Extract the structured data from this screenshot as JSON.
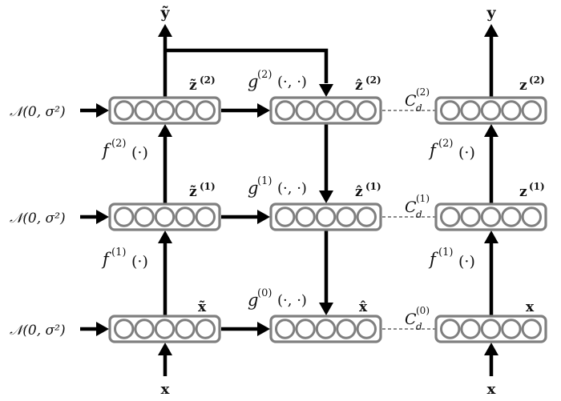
{
  "figure": {
    "type": "ladder-network-diagram",
    "columns": {
      "noisy_encoder": {
        "noise_source": "𝒩(0, σ²)",
        "layers": [
          {
            "id": "z_tilde_2",
            "label": "z̃",
            "sup": "(2)",
            "units": 5
          },
          {
            "id": "z_tilde_1",
            "label": "z̃",
            "sup": "(1)",
            "units": 5
          },
          {
            "id": "x_tilde",
            "label": "x̃",
            "sup": "",
            "units": 5
          }
        ],
        "functions": [
          {
            "name": "f",
            "sup": "(2)",
            "args": "(·)"
          },
          {
            "name": "f",
            "sup": "(1)",
            "args": "(·)"
          }
        ],
        "input_label": "x",
        "output_label": "ỹ"
      },
      "decoder": {
        "layers": [
          {
            "id": "z_hat_2",
            "label": "ẑ",
            "sup": "(2)",
            "units": 5
          },
          {
            "id": "z_hat_1",
            "label": "ẑ",
            "sup": "(1)",
            "units": 5
          },
          {
            "id": "x_hat",
            "label": "x̂",
            "sup": "",
            "units": 5
          }
        ],
        "functions": [
          {
            "name": "g",
            "sup": "(2)",
            "args": "(·, ·)"
          },
          {
            "name": "g",
            "sup": "(1)",
            "args": "(·, ·)"
          },
          {
            "name": "g",
            "sup": "(0)",
            "args": "(·, ·)"
          }
        ]
      },
      "clean_encoder": {
        "layers": [
          {
            "id": "z_2",
            "label": "z",
            "sup": "(2)",
            "units": 5
          },
          {
            "id": "z_1",
            "label": "z",
            "sup": "(1)",
            "units": 5
          },
          {
            "id": "x_clean",
            "label": "x",
            "sup": "",
            "units": 5
          }
        ],
        "functions": [
          {
            "name": "f",
            "sup": "(2)",
            "args": "(·)"
          },
          {
            "name": "f",
            "sup": "(1)",
            "args": "(·)"
          }
        ],
        "input_label": "x",
        "output_label": "y"
      }
    },
    "costs": [
      {
        "name": "C",
        "sub": "d",
        "sup": "(2)"
      },
      {
        "name": "C",
        "sub": "d",
        "sup": "(1)"
      },
      {
        "name": "C",
        "sub": "d",
        "sup": "(0)"
      }
    ],
    "colors": {
      "box_stroke": "#7f7f7f",
      "arrow": "#000000",
      "cost_dash": "#444444"
    }
  }
}
